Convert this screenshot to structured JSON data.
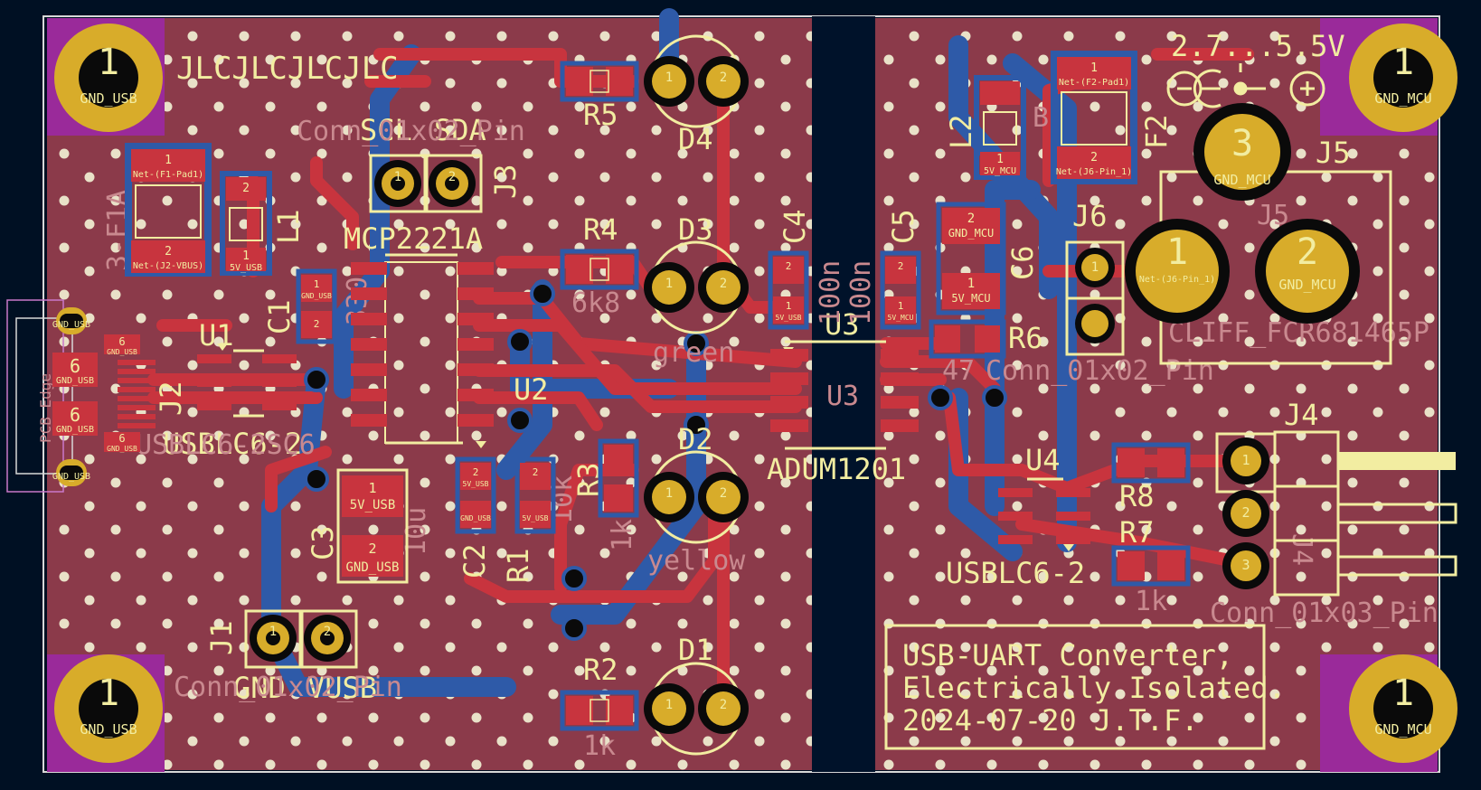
{
  "colors": {
    "background": "#001023",
    "copper_top": "#c8343e",
    "copper_bottom": "#2e5aa8",
    "board_fill": "#8b3a4a",
    "silk": "#f2eda1",
    "silk_dim": "#c9898f",
    "pad_gold": "#d8ac2a",
    "via": "#e9e1c8",
    "slot": "#00122a",
    "mount_ring": "#9a2a9a"
  },
  "mounting_holes": [
    {
      "number": "1",
      "net": "GND_USB"
    },
    {
      "number": "1",
      "net": "GND_USB"
    },
    {
      "number": "1",
      "net": "GND_MCU"
    },
    {
      "number": "1",
      "net": "GND_MCU"
    }
  ],
  "silk_labels": {
    "jlc": "JLCJLCJLCJLC",
    "scl": "SCL",
    "sda": "SDA",
    "j3": "J3",
    "mcp": "MCP2221A",
    "u1": "U1",
    "u2": "U2",
    "j2": "J2",
    "usblc_left": "USBLC6-2",
    "c1": "C1",
    "l1": "L1",
    "f1": "F1",
    "c3": "C3",
    "c2": "C2",
    "r1": "R1",
    "j1": "J1",
    "gnd": "GND",
    "vusb": "VUSB",
    "r5": "R5",
    "d4": "D4",
    "r4": "R4",
    "d3": "D3",
    "r3": "R3",
    "d2": "D2",
    "r2": "R2",
    "d1": "D1",
    "c4": "C4",
    "c5": "C5",
    "u3_top": "U3",
    "adum": "ADUM1201",
    "l2": "L2",
    "f2": "F2",
    "c6": "C6",
    "r6": "R6",
    "j6": "J6",
    "u4": "U4",
    "usblc_right": "USBLC6-2",
    "r8": "R8",
    "r7": "R7",
    "j5": "J5",
    "j4": "J4",
    "voltage": "2.7...5.5V",
    "title_line1": "USB-UART Converter,",
    "title_line2": "Electrically Isolated.",
    "title_line3": "2024-07-20 J.T.F."
  },
  "fab_labels": {
    "con_pin_top": "Conn_01x02_Pin",
    "con_pin_j1": "Conn_01x02_Pin",
    "six_k8": "6k8",
    "green": "green",
    "yellow": "yellow",
    "one_k_r2": "1k",
    "one_k_r3": "1k",
    "one_k_r7": "1k",
    "ten_k": "10k",
    "ten_u": "10u",
    "u3_fab": "U3",
    "hundred_n_c4": "100n",
    "hundred_n_c5": "100n",
    "four_seven": "47",
    "con_pin_j6": "Conn_01x02_Pin",
    "con_pin_j4": "Conn_01x03_Pin",
    "cliff": "CLIFF_FCR681465P",
    "j5_fab": "J5",
    "pcb_edge": "PCB_Edge",
    "j4_fab": "J4",
    "b_d4": "B",
    "three_f1a": "3-F1A",
    "three_thirty": "330n",
    "usblc_fab": "USBLC6-2SC6"
  },
  "pad_labels": {
    "f1_p1_num": "1",
    "f1_p1_net": "Net-(F1-Pad1)",
    "f1_p2_num": "2",
    "f1_p2_net": "Net-(J2-VBUS)",
    "l1_p1_num": "1",
    "l1_p1_net": "5V_USB",
    "l1_p2_num": "2",
    "c1_p1_num": "1",
    "c1_p1_net": "GND_USB",
    "c1_p2_num": "2",
    "j2_shield": "GND_USB",
    "j2_p6a": "6",
    "j2_p6b": "6",
    "j2_p6c": "6",
    "j2_p6d": "6",
    "c3_p1_num": "1",
    "c3_p1_net": "5V_USB",
    "c3_p2_num": "2",
    "c3_p2_net": "GND_USB",
    "c2_p2_num": "2",
    "c2_p2_net": "5V_USB",
    "c2_p1_net": "GND_USB",
    "r1_p2_num": "2",
    "r1_p1_net": "5V_USB",
    "j1_p1": "1",
    "j1_p2": "2",
    "c4_p2_num": "2",
    "c4_p1_num": "1",
    "c4_p1_net": "5V_USB",
    "c5_p2_num": "2",
    "c5_p1_num": "1",
    "c5_p1_net": "5V_MCU",
    "c6_p2_num": "2",
    "c6_p2_net": "GND_MCU",
    "c6_p1_num": "1",
    "c6_p1_net": "5V_MCU",
    "l2_p1_num": "1",
    "l2_p1_net": "5V_MCU",
    "f2_p1_num": "1",
    "f2_p1_net": "Net-(F2-Pad1)",
    "f2_p2_num": "2",
    "f2_p2_net": "Net-(J6-Pin_1)",
    "j5_p3_num": "3",
    "j5_p3_net": "GND_MCU",
    "j5_p1_num": "1",
    "j5_p1_net": "Net-(J6-Pin_1)",
    "j5_p2_num": "2",
    "j5_p2_net": "GND_MCU",
    "j3_p1": "1",
    "j3_p2": "2",
    "j6_p1": "1",
    "j4_p1": "1",
    "j4_p2": "2",
    "j4_p3": "3",
    "led_p1": "1",
    "led_p2": "2",
    "r_p1": "1",
    "r_p2": "2"
  }
}
